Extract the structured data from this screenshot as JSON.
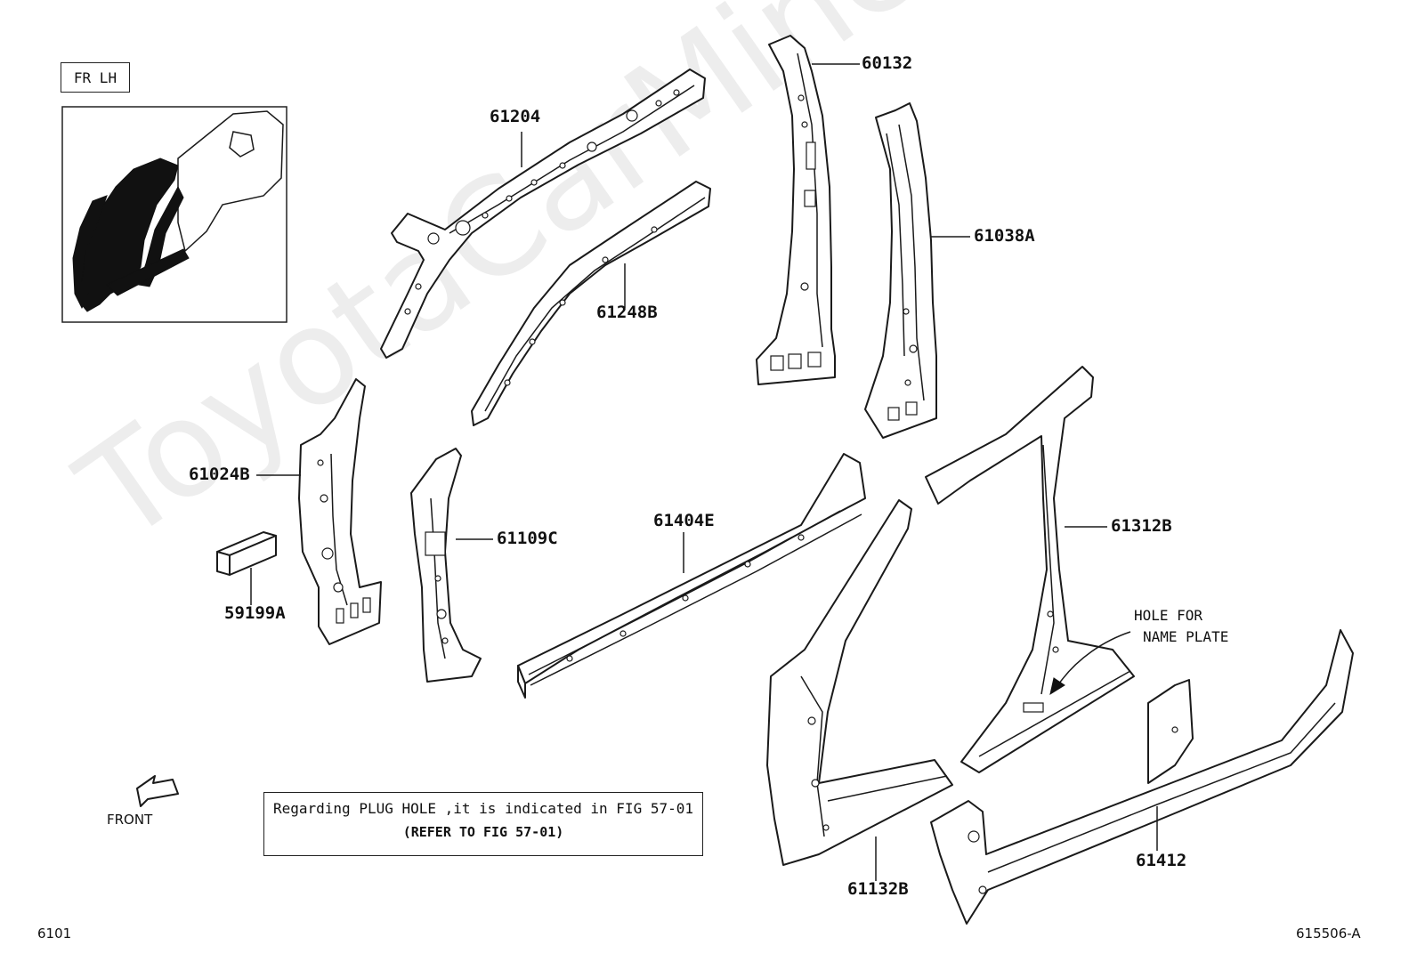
{
  "header": {
    "view_tag": "FR LH"
  },
  "watermark": "ToyotaCarMine.ru",
  "parts": [
    {
      "id": "p61204",
      "number": "61204"
    },
    {
      "id": "p61248b",
      "number": "61248B"
    },
    {
      "id": "p60132",
      "number": "60132"
    },
    {
      "id": "p61038a",
      "number": "61038A"
    },
    {
      "id": "p61024b",
      "number": "61024B"
    },
    {
      "id": "p59199a",
      "number": "59199A"
    },
    {
      "id": "p61109c",
      "number": "61109C"
    },
    {
      "id": "p61404e",
      "number": "61404E"
    },
    {
      "id": "p61312b",
      "number": "61312B"
    },
    {
      "id": "p61132b",
      "number": "61132B"
    },
    {
      "id": "p61412",
      "number": "61412"
    }
  ],
  "callout": {
    "line1": "HOLE FOR",
    "line2": "NAME PLATE"
  },
  "front_label": "FRONT",
  "note": {
    "line1": "Regarding PLUG HOLE ,it is indicated in FIG 57-01",
    "line2": "(REFER TO FIG 57-01)"
  },
  "footer": {
    "left_code": "6101",
    "right_code": "615506-A"
  }
}
